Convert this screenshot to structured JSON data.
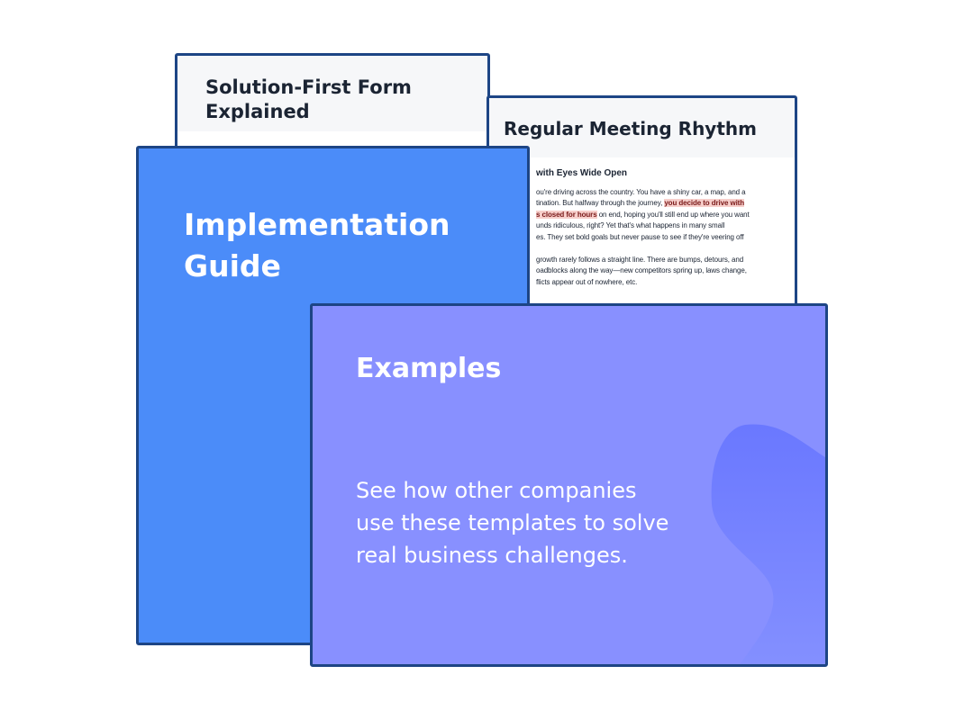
{
  "cards": {
    "solution_first": {
      "title": "Solution-First Form Explained"
    },
    "meeting_rhythm": {
      "title": "Regular Meeting Rhythm",
      "heading": "with Eyes Wide Open",
      "lines": [
        "ou're driving across the country. You have a shiny car, a map, and a",
        "tination. But halfway through the journey,",
        "on end, hoping you'll still end up where you want",
        "unds ridiculous, right? Yet that's what happens in many small",
        "es. They set bold goals but never pause to see if they're veering off",
        "growth rarely follows a straight line. There are bumps, detours, and",
        "oadblocks along the way—new competitors spring up, laws change,",
        "flicts appear out of nowhere, etc."
      ],
      "highlight_1": "you decide to drive with",
      "highlight_2": "s closed for hours"
    },
    "implementation": {
      "title": "Implementation Guide"
    },
    "examples": {
      "title": "Examples",
      "description": "See how other companies use these templates to solve real business challenges."
    }
  },
  "colors": {
    "border": "#1d4585",
    "implementation_bg": "#4b8cf9",
    "examples_bg": "#8890ff",
    "highlight": "#f7cfcb"
  }
}
